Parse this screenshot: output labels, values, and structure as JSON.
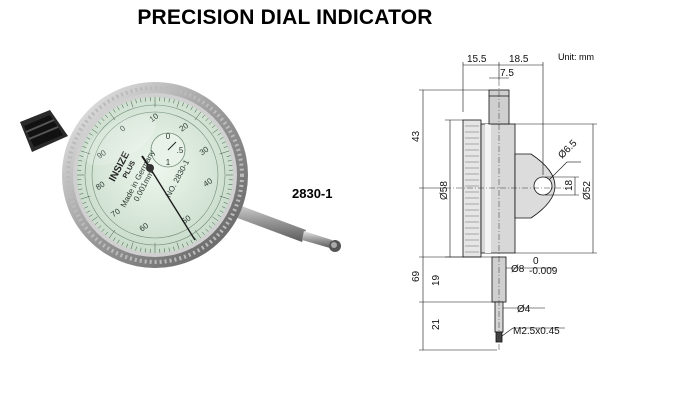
{
  "title": "PRECISION DIAL INDICATOR",
  "model_number": "2830-1",
  "unit_label": "Unit: mm",
  "brand": {
    "name": "INSIZE",
    "sub": "PLUS"
  },
  "dial": {
    "outer_numbers": [
      "0",
      "10",
      "20",
      "30",
      "40",
      "50",
      "60",
      "70",
      "80",
      "90"
    ],
    "inner_numbers": [
      "0",
      ".5",
      "1"
    ],
    "resolution": "0.001mm",
    "model_text": "NO. 2830-1",
    "origin_text": "Made in Germany"
  },
  "dimensions": {
    "top_width_1": "15.5",
    "top_width_2": "18.5",
    "stem_offset": "7.5",
    "upper_height": "43",
    "body_diameter": "Ø58",
    "bezel_diameter": "Ø52",
    "lug_hole": "Ø6.5",
    "lug_height": "18",
    "total_length": "69",
    "stem_length": "19",
    "stem_diameter": "Ø8",
    "stem_tol_upper": "0",
    "stem_tol_lower": "-0.009",
    "tip_diameter": "Ø4",
    "tip_length": "21",
    "thread": "M2.5x0.45"
  }
}
